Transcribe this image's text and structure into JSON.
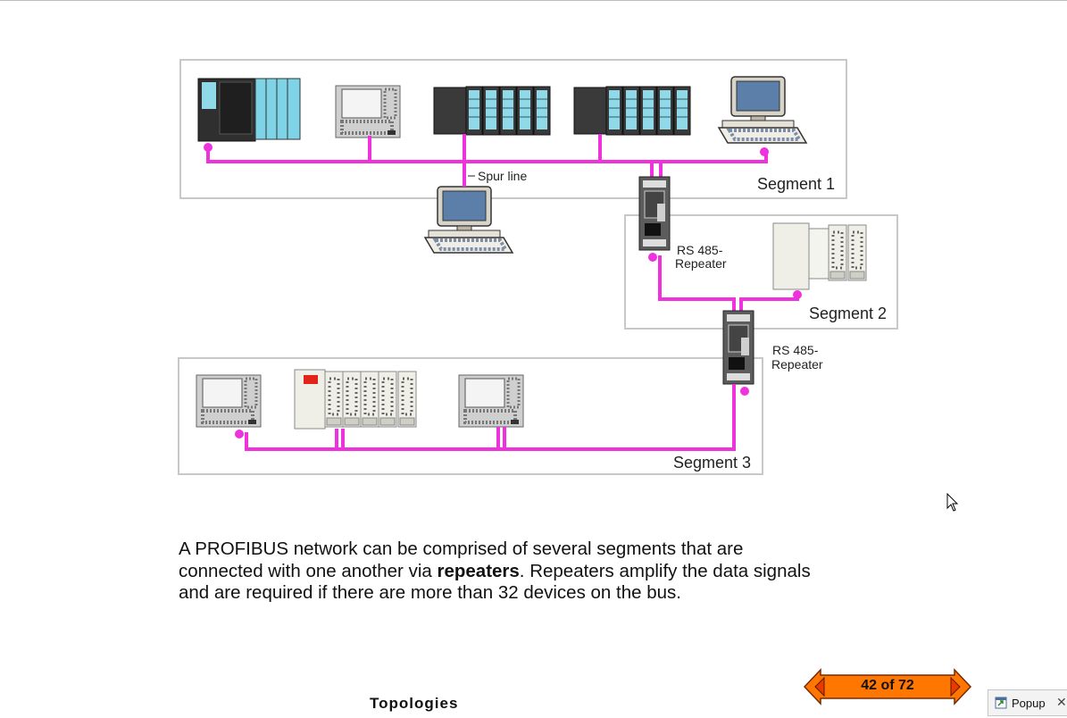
{
  "diagram": {
    "segment1_label": "Segment 1",
    "segment2_label": "Segment 2",
    "segment3_label": "Segment 3",
    "spur_label": "Spur line",
    "repeater1_label_line1": "RS 485-",
    "repeater1_label_line2": "Repeater",
    "repeater2_label_line1": "RS 485-",
    "repeater2_label_line2": "Repeater",
    "bus_color": "#ee33dd"
  },
  "description": {
    "part1": "A PROFIBUS network can be comprised of several segments that are connected with one another via ",
    "bold": "repeaters",
    "part2": ". Repeaters amplify the data signals and are required if there are more than 32 devices on the bus."
  },
  "footer": {
    "title": "Topologies"
  },
  "pager": {
    "text": "42 of 72",
    "color": "#ff7700"
  },
  "popup": {
    "label": "Popup",
    "close": "✕"
  }
}
